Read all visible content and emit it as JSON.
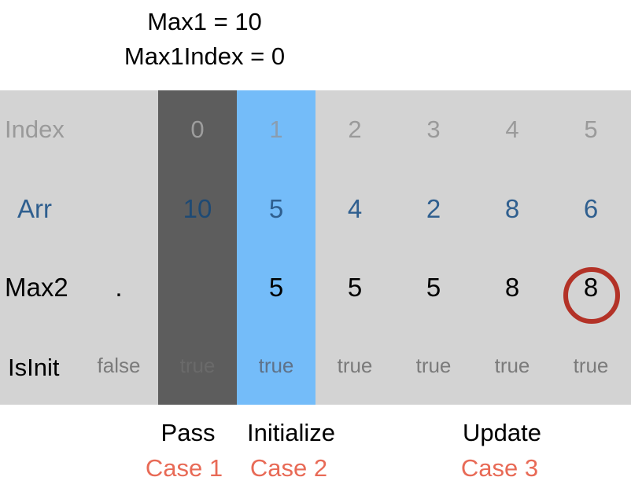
{
  "header": {
    "line1": "Max1 = 10",
    "line2": "Max1Index = 0"
  },
  "rows": {
    "index": {
      "label": "Index",
      "values": [
        "0",
        "1",
        "2",
        "3",
        "4",
        "5"
      ]
    },
    "arr": {
      "label": "Arr",
      "values": [
        "10",
        "5",
        "4",
        "2",
        "8",
        "6"
      ]
    },
    "max2": {
      "label": "Max2",
      "values": [
        ".",
        "",
        "5",
        "5",
        "5",
        "8",
        "8"
      ]
    },
    "isinit": {
      "label": "IsInit",
      "values": [
        "false",
        "true",
        "true",
        "true",
        "true",
        "true",
        "true"
      ]
    }
  },
  "highlight_colors": {
    "pass_column": "#5d5d5d",
    "initialize_column": "#74bcf9",
    "circle": "#b33227",
    "case_text": "#e86a56"
  },
  "captions": {
    "pass": {
      "title": "Pass",
      "case": "Case 1"
    },
    "initialize": {
      "title": "Initialize",
      "case": "Case 2"
    },
    "update": {
      "title": "Update",
      "case": "Case 3"
    }
  }
}
